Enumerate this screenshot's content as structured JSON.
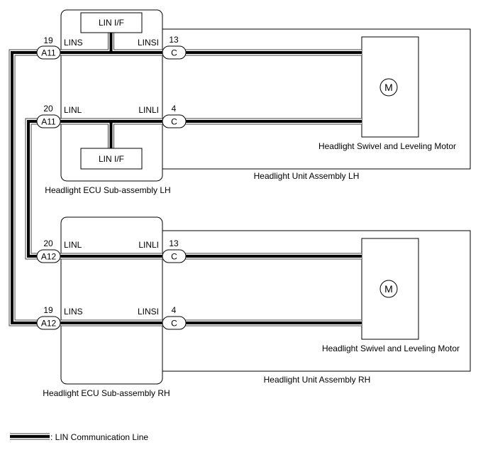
{
  "lh": {
    "ecu_label": "Headlight ECU Sub-assembly LH",
    "unit_label": "Headlight Unit Assembly LH",
    "motor_label": "Headlight Swivel and Leveling Motor",
    "motor_symbol": "M",
    "lin_if_top": "LIN I/F",
    "lin_if_bottom": "LIN I/F",
    "rows": [
      {
        "pin_left": "19",
        "conn_left": "A11",
        "sig_left": "LINS",
        "sig_right": "LINSI",
        "pin_right": "13",
        "conn_right": "C"
      },
      {
        "pin_left": "20",
        "conn_left": "A11",
        "sig_left": "LINL",
        "sig_right": "LINLI",
        "pin_right": "4",
        "conn_right": "C"
      }
    ]
  },
  "rh": {
    "ecu_label": "Headlight ECU Sub-assembly RH",
    "unit_label": "Headlight Unit Assembly RH",
    "motor_label": "Headlight Swivel and Leveling Motor",
    "motor_symbol": "M",
    "rows": [
      {
        "pin_left": "20",
        "conn_left": "A12",
        "sig_left": "LINL",
        "sig_right": "LINLI",
        "pin_right": "13",
        "conn_right": "C"
      },
      {
        "pin_left": "19",
        "conn_left": "A12",
        "sig_left": "LINS",
        "sig_right": "LINSI",
        "pin_right": "4",
        "conn_right": "C"
      }
    ]
  },
  "legend": {
    "label": ": LIN Communication Line"
  }
}
